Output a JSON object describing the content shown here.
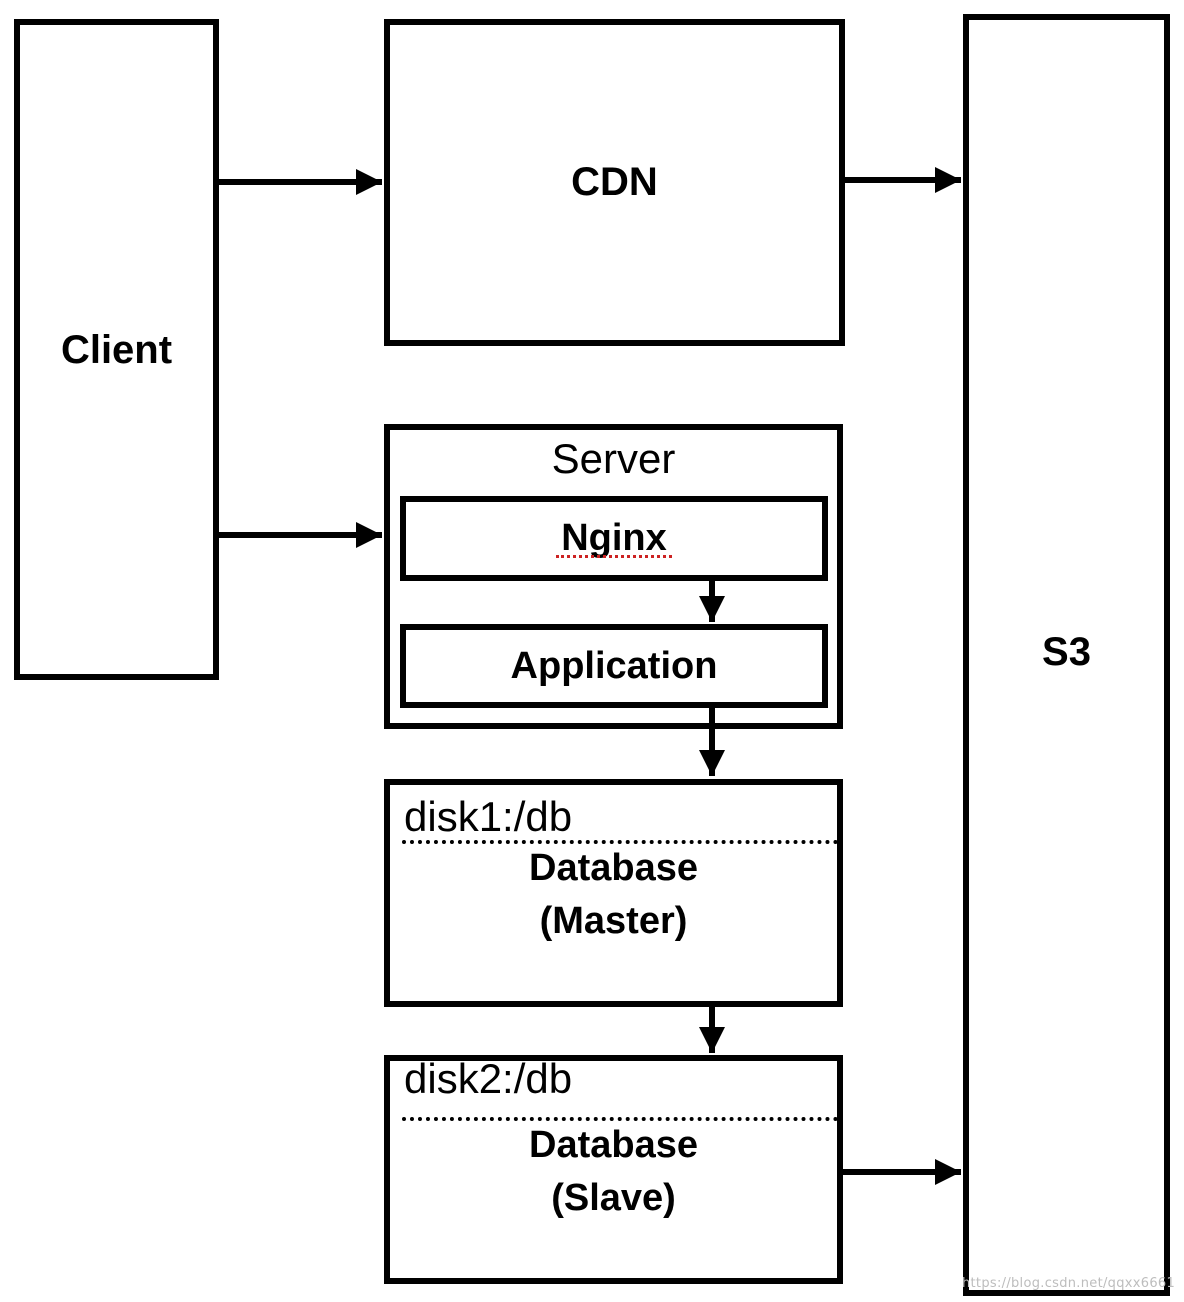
{
  "nodes": {
    "client": "Client",
    "cdn": "CDN",
    "server": "Server",
    "nginx": "Nginx",
    "application": "Application",
    "s3": "S3",
    "db_master": {
      "disk": "disk1:/db",
      "title": "Database",
      "role": "(Master)"
    },
    "db_slave": {
      "disk": "disk2:/db",
      "title": "Database",
      "role": "(Slave)"
    }
  },
  "edges": [
    {
      "from": "Client",
      "to": "CDN"
    },
    {
      "from": "CDN",
      "to": "S3"
    },
    {
      "from": "Client",
      "to": "Server"
    },
    {
      "from": "Nginx",
      "to": "Application"
    },
    {
      "from": "Application",
      "to": "Database (Master)"
    },
    {
      "from": "Database (Master)",
      "to": "Database (Slave)"
    },
    {
      "from": "Database (Slave)",
      "to": "S3"
    }
  ],
  "watermark": "https://blog.csdn.net/qqxx6661",
  "colors": {
    "stroke": "#000000",
    "background": "#ffffff",
    "spellcheck_underline": "#cc2222",
    "watermark": "#bdbdbd"
  }
}
